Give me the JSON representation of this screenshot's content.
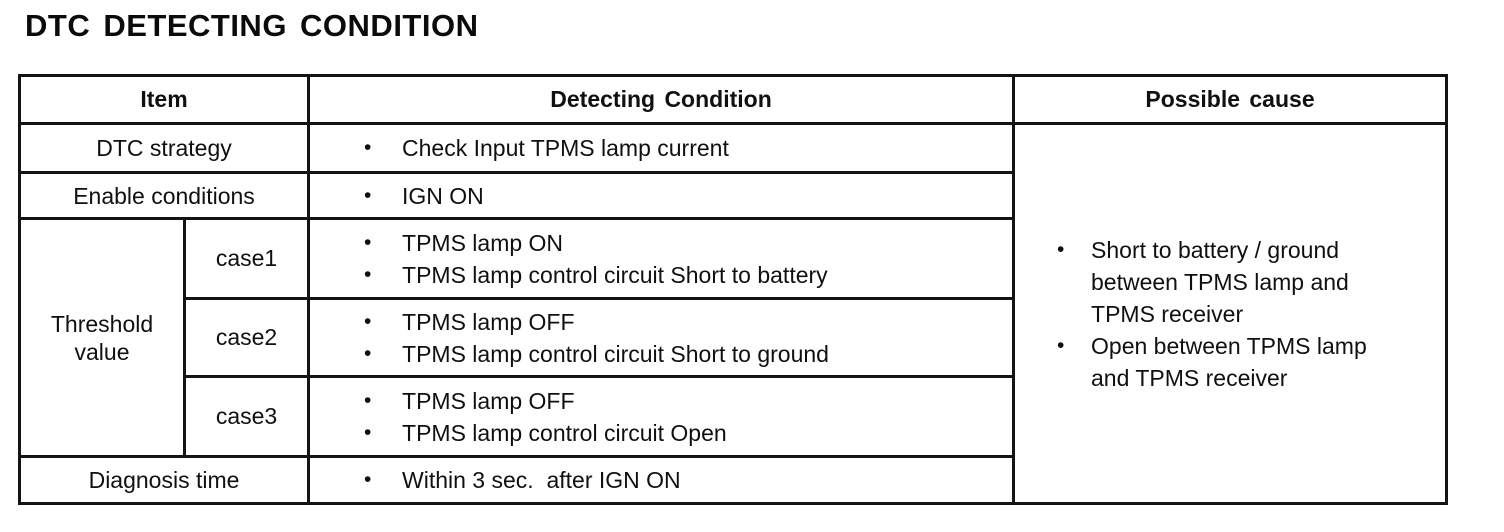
{
  "title": "DTC DETECTING CONDITION",
  "table": {
    "bullet": "•",
    "headers": {
      "item": "Item",
      "detecting_condition": "Detecting Condition",
      "possible_cause": "Possible cause"
    },
    "rows": {
      "dtc_strategy": {
        "label": "DTC strategy",
        "conditions": [
          "Check Input TPMS lamp current"
        ]
      },
      "enable_conditions": {
        "label": "Enable conditions",
        "conditions": [
          "IGN ON"
        ]
      },
      "threshold_value": {
        "label": "Threshold value",
        "cases": [
          {
            "name": "case1",
            "conditions": [
              "TPMS lamp ON",
              "TPMS lamp control circuit Short to battery"
            ]
          },
          {
            "name": "case2",
            "conditions": [
              "TPMS lamp OFF",
              "TPMS lamp control circuit Short to ground"
            ]
          },
          {
            "name": "case3",
            "conditions": [
              "TPMS lamp OFF",
              "TPMS lamp control circuit Open"
            ]
          }
        ]
      },
      "diagnosis_time": {
        "label": "Diagnosis time",
        "conditions": [
          "Within 3 sec.  after IGN ON"
        ]
      }
    },
    "possible_causes": [
      "Short to battery / ground between TPMS lamp and TPMS receiver",
      "Open between TPMS lamp and TPMS receiver"
    ]
  }
}
